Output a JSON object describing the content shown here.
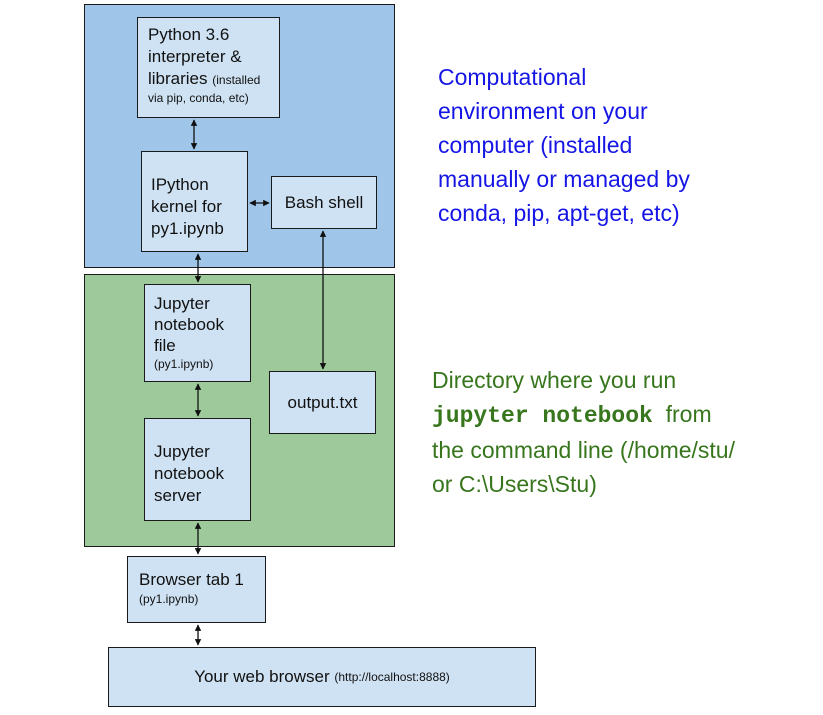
{
  "boxes": {
    "python": {
      "line1": "Python 3.6",
      "line2": "interpreter &",
      "line3": "libraries",
      "small1": "(installed",
      "small2": "via pip, conda, etc)"
    },
    "ipython": {
      "line1": "IPython",
      "line2": "kernel for",
      "line3": "py1.ipynb"
    },
    "bash": {
      "label": "Bash shell"
    },
    "notebook_file": {
      "line1": "Jupyter",
      "line2": "notebook",
      "line3": "file",
      "small": "(py1.ipynb)"
    },
    "output": {
      "label": "output.txt"
    },
    "server": {
      "line1": "Jupyter",
      "line2": "notebook",
      "line3": "server"
    },
    "browser_tab": {
      "line1": "Browser tab 1",
      "small": "(py1.ipynb)"
    },
    "web_browser": {
      "label": "Your web browser",
      "small": "(http://localhost:8888)"
    }
  },
  "notes": {
    "computational": {
      "line1": "Computational",
      "line2": "environment on your",
      "line3": "computer (installed",
      "line4": "manually or managed by",
      "line5": "conda, pip, apt-get, etc)"
    },
    "directory": {
      "line1": "Directory where you run",
      "command": "jupyter notebook",
      "after_command": "from",
      "line3": "the command line (/home/stu/",
      "line4": "or C:\\Users\\Stu)"
    }
  },
  "colors": {
    "environment_region": "#9fc5e8",
    "directory_region": "#9dc99b",
    "box_fill": "#cfe2f3",
    "note_blue": "#1515e5",
    "note_green": "#38761d"
  }
}
